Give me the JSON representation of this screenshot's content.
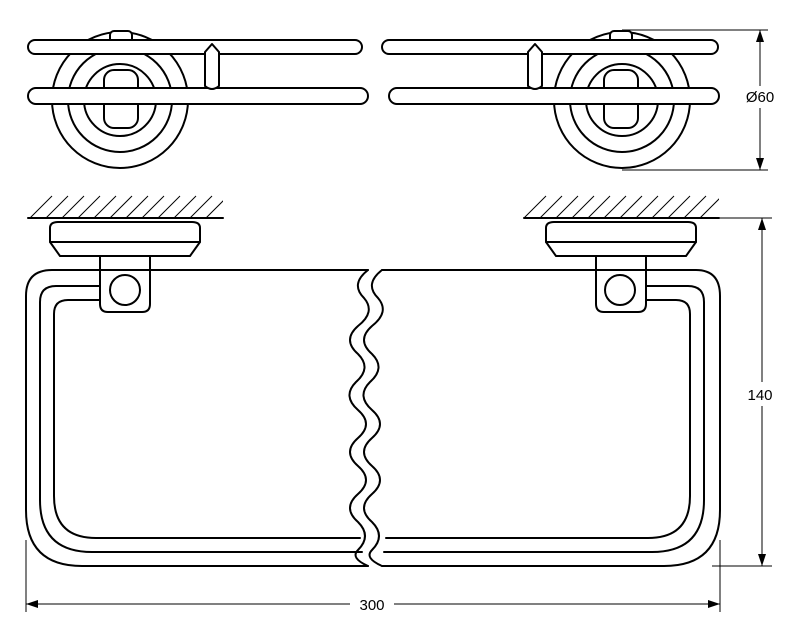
{
  "dimensions": {
    "diameter": "Ø60",
    "height": "140",
    "width": "300"
  },
  "colors": {
    "line": "#000000",
    "background": "#ffffff"
  }
}
